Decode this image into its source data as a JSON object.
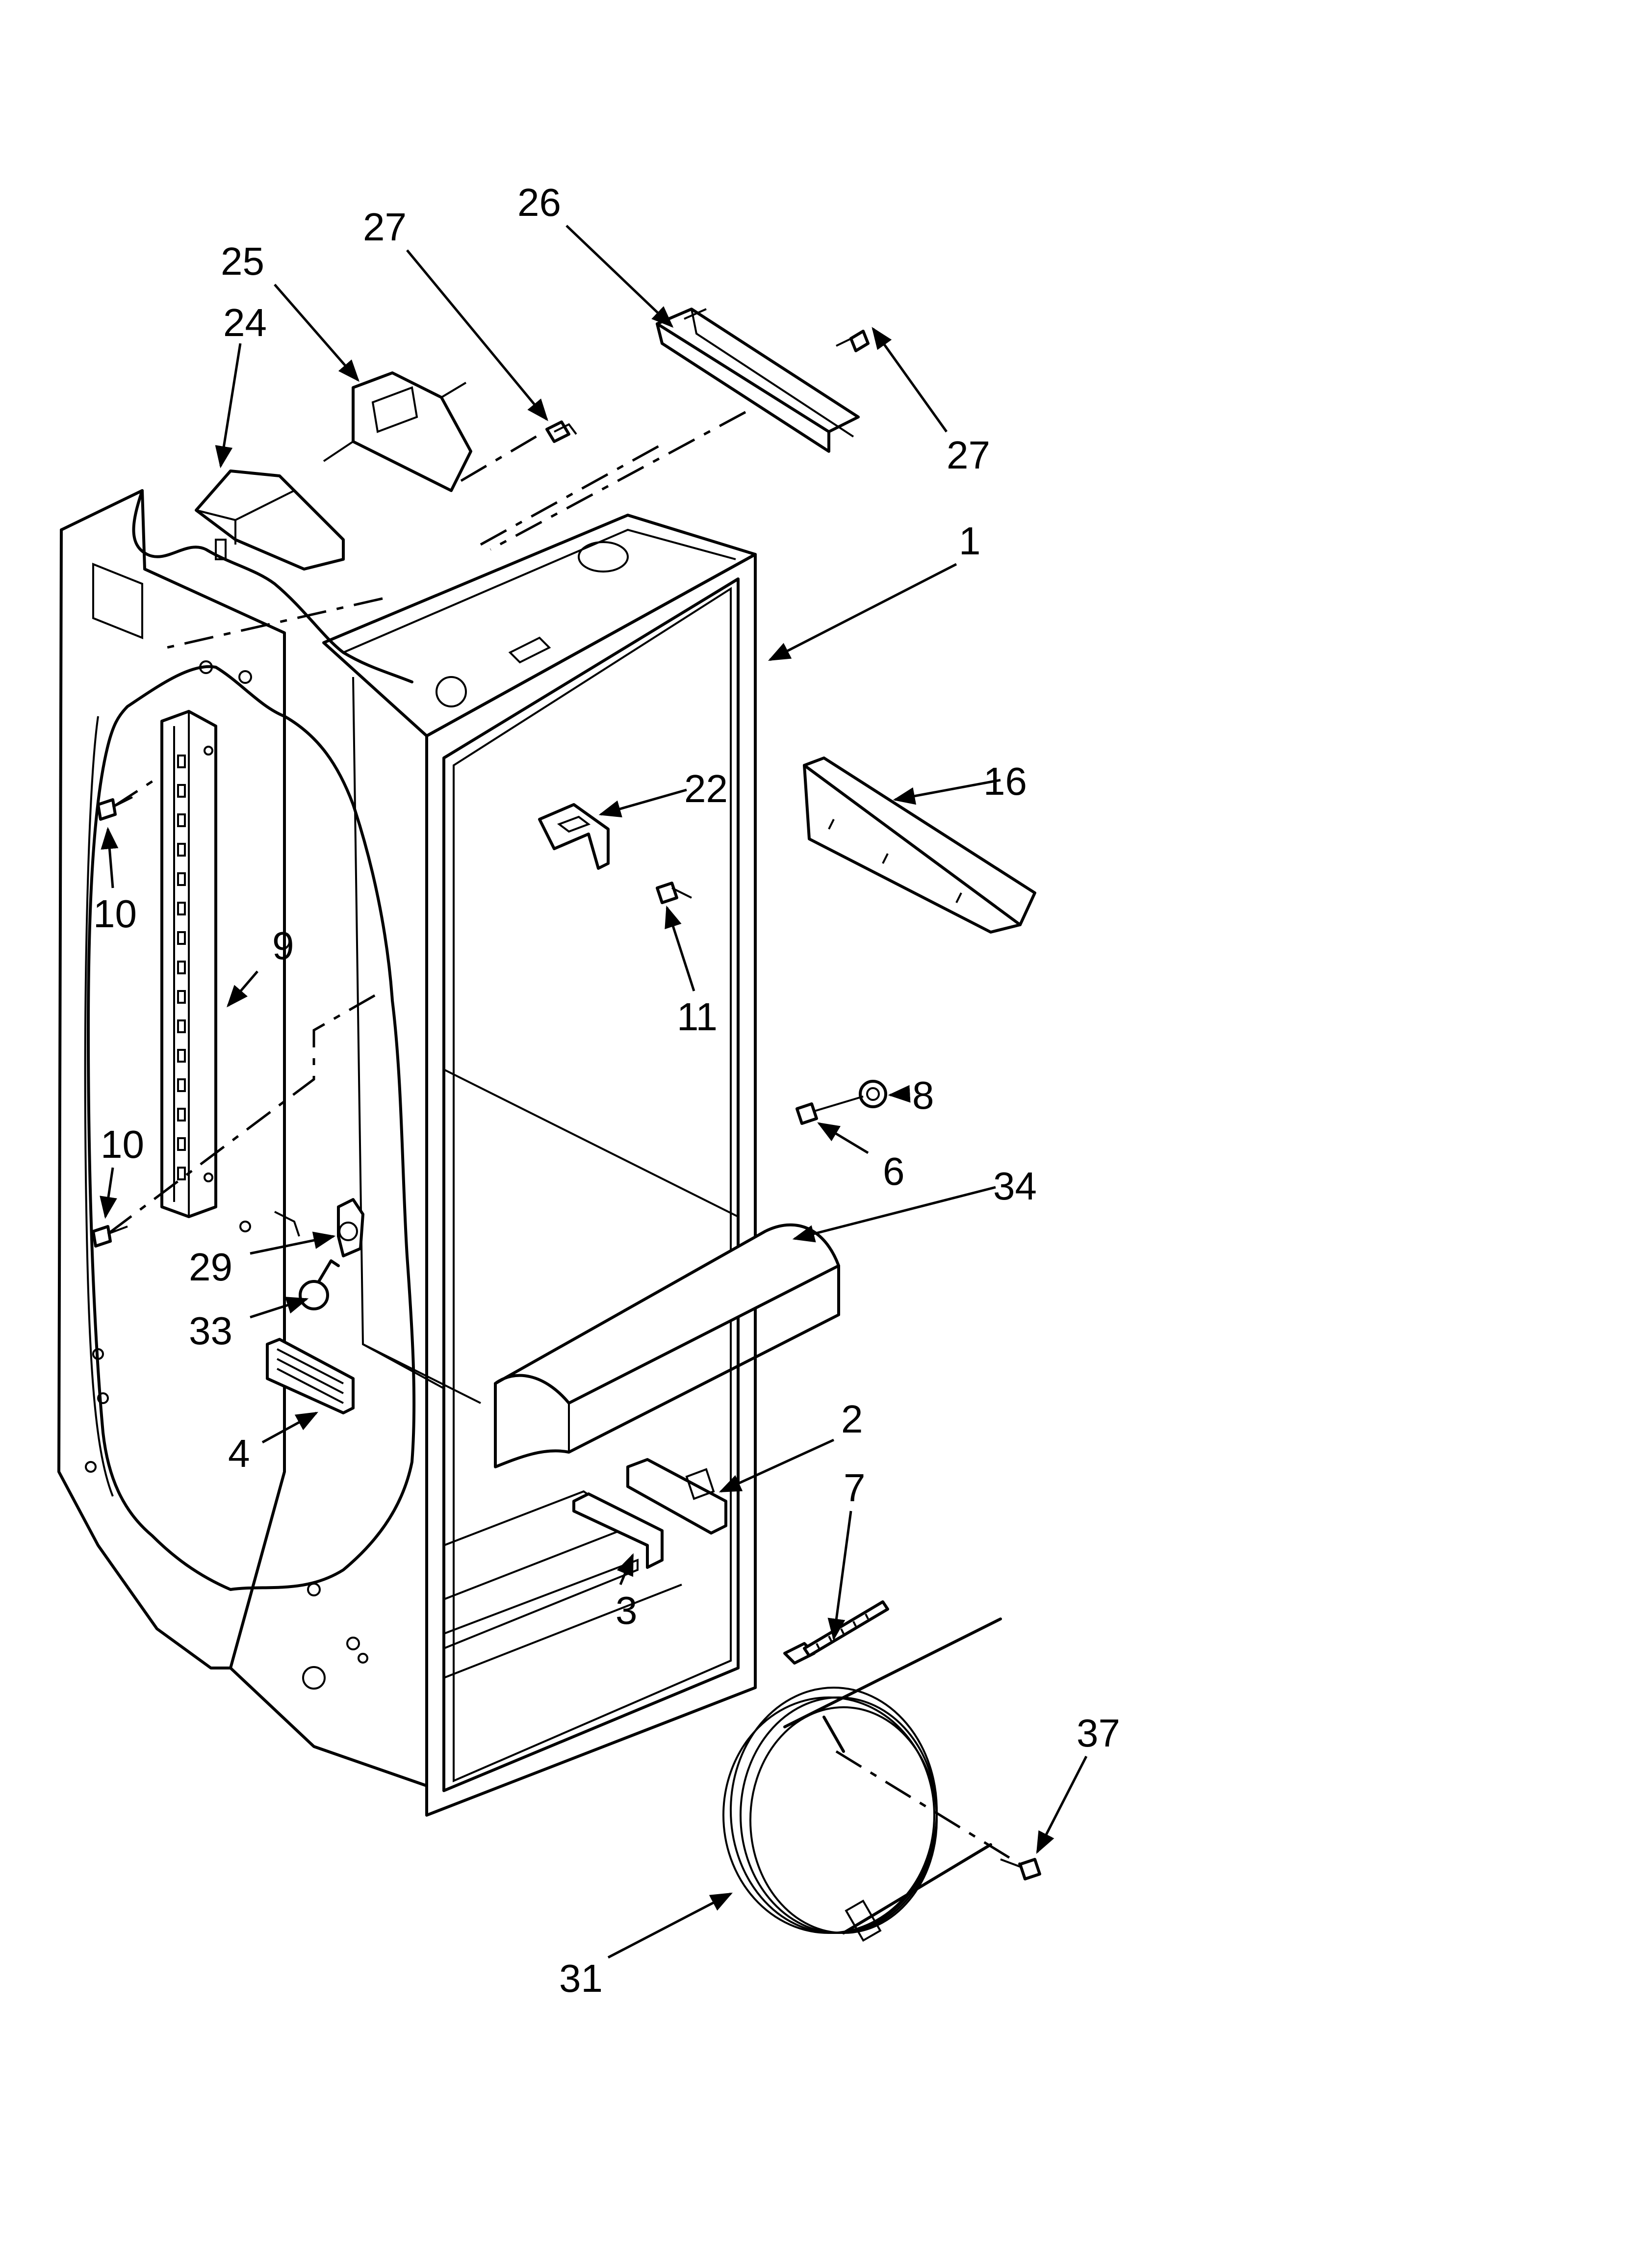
{
  "callouts": [
    {
      "id": "c27a",
      "label": "27"
    },
    {
      "id": "c26",
      "label": "26"
    },
    {
      "id": "c25",
      "label": "25"
    },
    {
      "id": "c24",
      "label": "24"
    },
    {
      "id": "c27b",
      "label": "27"
    },
    {
      "id": "c1",
      "label": "1"
    },
    {
      "id": "c22",
      "label": "22"
    },
    {
      "id": "c16",
      "label": "16"
    },
    {
      "id": "c10a",
      "label": "10"
    },
    {
      "id": "c9",
      "label": "9"
    },
    {
      "id": "c11",
      "label": "11"
    },
    {
      "id": "c8",
      "label": "8"
    },
    {
      "id": "c10b",
      "label": "10"
    },
    {
      "id": "c6",
      "label": "6"
    },
    {
      "id": "c34",
      "label": "34"
    },
    {
      "id": "c29",
      "label": "29"
    },
    {
      "id": "c33",
      "label": "33"
    },
    {
      "id": "c2",
      "label": "2"
    },
    {
      "id": "c4",
      "label": "4"
    },
    {
      "id": "c7",
      "label": "7"
    },
    {
      "id": "c3",
      "label": "3"
    },
    {
      "id": "c37",
      "label": "37"
    },
    {
      "id": "c31",
      "label": "31"
    }
  ]
}
